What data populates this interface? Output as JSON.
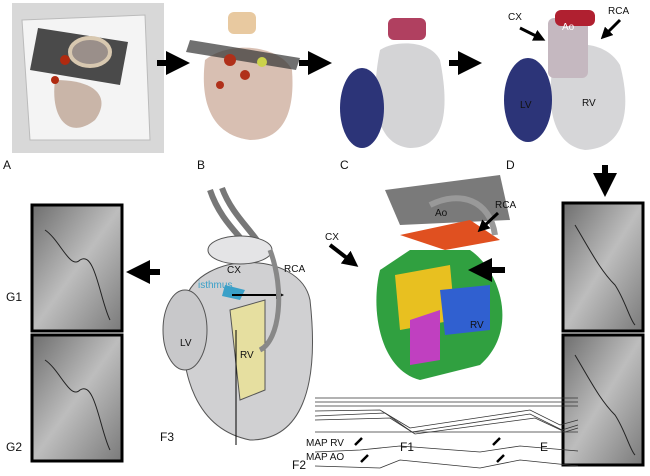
{
  "panels": {
    "a": "A",
    "b": "B",
    "c": "C",
    "d": "D",
    "e": "E",
    "f1": "F1",
    "f2": "F2",
    "f3": "F3",
    "g1": "G1",
    "g2": "G2"
  },
  "structures": {
    "cx": "CX",
    "ao": "Ao",
    "rca": "RCA",
    "lv": "LV",
    "rv": "RV",
    "isthmus": "isthmus"
  },
  "traces": {
    "map_rv": "MAP RV",
    "map_ao": "MAP AO"
  },
  "colors": {
    "isthmus": "#3aa0c8",
    "ao": "#b04060",
    "lv": "#2a3a80"
  }
}
